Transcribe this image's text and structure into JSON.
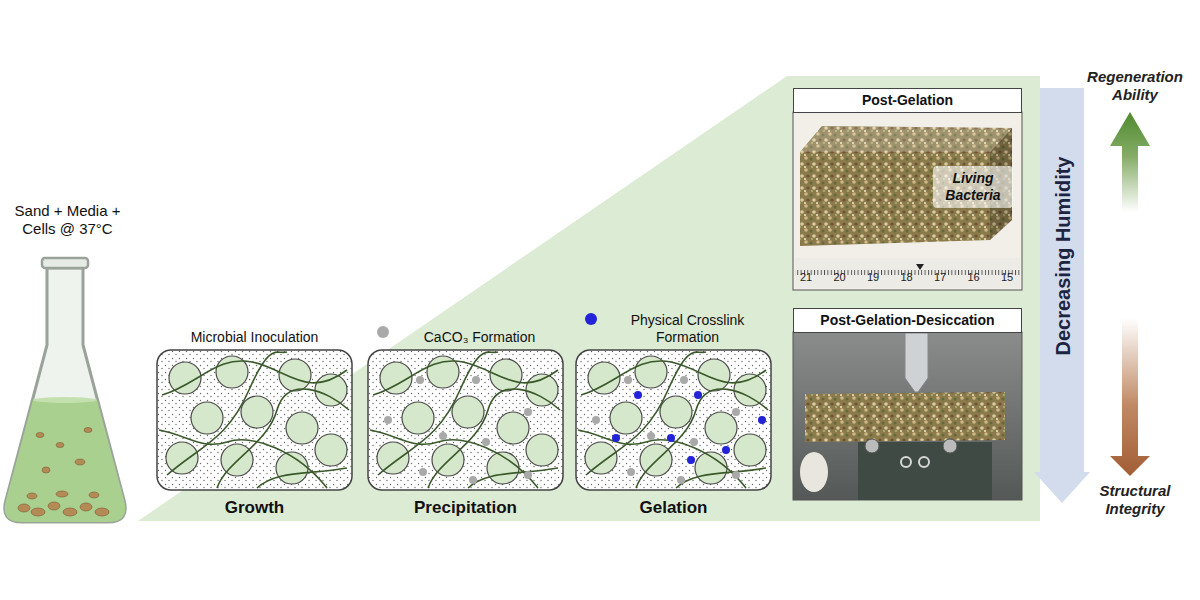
{
  "diagram": {
    "nodes": [
      {
        "text": [
          "Sand + Media + Cells @ 37°C"
        ]
      },
      {
        "text": [
          "Microbial Inoculation",
          "Growth"
        ]
      },
      {
        "text": [
          "CaCO₃ Formation",
          "Precipitation"
        ]
      },
      {
        "text": [
          "Physical Crosslink Formation",
          "Gelation"
        ]
      },
      {
        "text": [
          "Post-Gelation",
          "Living Bacteria"
        ]
      },
      {
        "text": [
          "Post-Gelation-Desiccation"
        ]
      },
      {
        "text": [
          "Decreasing Humidity"
        ]
      }
    ],
    "labels": [
      "Regeneration Ability",
      "Structural Integrity",
      "21",
      "20",
      "19",
      "18",
      "17",
      "16",
      "15"
    ]
  }
}
